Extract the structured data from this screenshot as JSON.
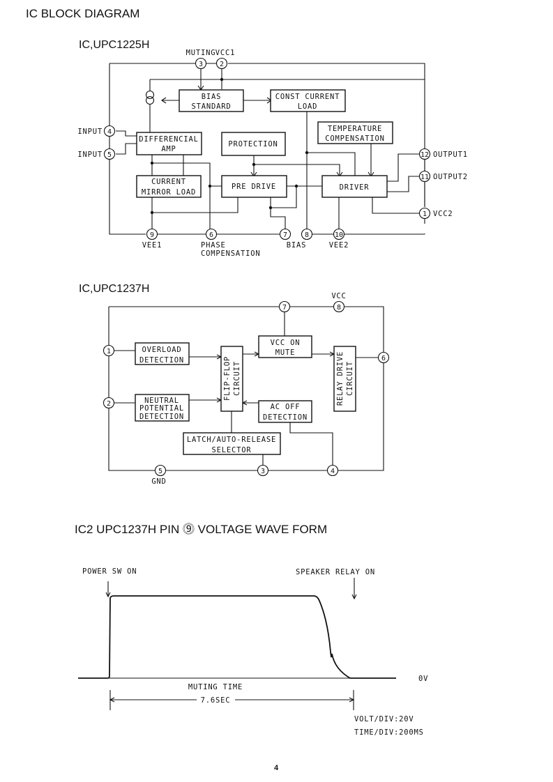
{
  "page": {
    "heading": "IC  BLOCK  DIAGRAM",
    "page_number": "4"
  },
  "ic1": {
    "title": "IC,UPC1225H",
    "blocks": {
      "bias_standard": [
        "BIAS",
        "STANDARD"
      ],
      "const_current_load": [
        "CONST CURRENT",
        "LOAD"
      ],
      "differencial_amp": [
        "DIFFERENCIAL",
        "AMP"
      ],
      "protection": [
        "PROTECTION"
      ],
      "temperature_compensation": [
        "TEMPERATURE",
        "COMPENSATION"
      ],
      "current_mirror_load": [
        "CURRENT",
        "MIRROR LOAD"
      ],
      "pre_drive": [
        "PRE DRIVE"
      ],
      "driver": [
        "DRIVER"
      ]
    },
    "pins": [
      {
        "num": "3",
        "label": "MUTING"
      },
      {
        "num": "2",
        "label": "VCC1"
      },
      {
        "num": "4",
        "label": "INPUT"
      },
      {
        "num": "5",
        "label": "INPUT"
      },
      {
        "num": "12",
        "label": "OUTPUT1"
      },
      {
        "num": "11",
        "label": "OUTPUT2"
      },
      {
        "num": "1",
        "label": "VCC2"
      },
      {
        "num": "9",
        "label": "VEE1"
      },
      {
        "num": "6",
        "label": [
          "PHASE",
          "COMPENSATION"
        ]
      },
      {
        "num": "7",
        "label": ""
      },
      {
        "num": "8",
        "label": "BIAS"
      },
      {
        "num": "10",
        "label": "VEE2"
      }
    ]
  },
  "ic2": {
    "title": "IC,UPC1237H",
    "blocks": {
      "overload_detection": [
        "OVERLOAD",
        "DETECTION"
      ],
      "neutral_potential_detection": [
        "NEUTRAL",
        "POTENTIAL",
        "DETECTION"
      ],
      "flip_flop_circuit": [
        "FLIP-FLOP",
        "CIRCUIT"
      ],
      "vcc_on_mute": [
        "VCC ON",
        "MUTE"
      ],
      "ac_off_detection": [
        "AC OFF",
        "DETECTION"
      ],
      "relay_drive_circuit": [
        "RELAY DRIVE",
        "CIRCUIT"
      ],
      "latch_selector": [
        "LATCH/AUTO-RELEASE",
        "SELECTOR"
      ]
    },
    "pins": [
      {
        "num": "7",
        "label": ""
      },
      {
        "num": "8",
        "label": "VCC"
      },
      {
        "num": "1",
        "label": ""
      },
      {
        "num": "2",
        "label": ""
      },
      {
        "num": "6",
        "label": ""
      },
      {
        "num": "5",
        "label": "GND"
      },
      {
        "num": "3",
        "label": ""
      },
      {
        "num": "4",
        "label": ""
      }
    ]
  },
  "waveform": {
    "title": "IC2  UPC1237H  PIN  ⓽ VOLTAGE  WAVE  FORM",
    "power_sw_on": "POWER  SW  ON",
    "speaker_relay_on": "SPEAKER  RELAY  ON",
    "zero_volt": "0V",
    "muting_time_label": "MUTING  TIME",
    "muting_time_value": "7.6SEC",
    "volt_div": "VOLT/DIV:20V",
    "time_div": "TIME/DIV:200MS"
  }
}
